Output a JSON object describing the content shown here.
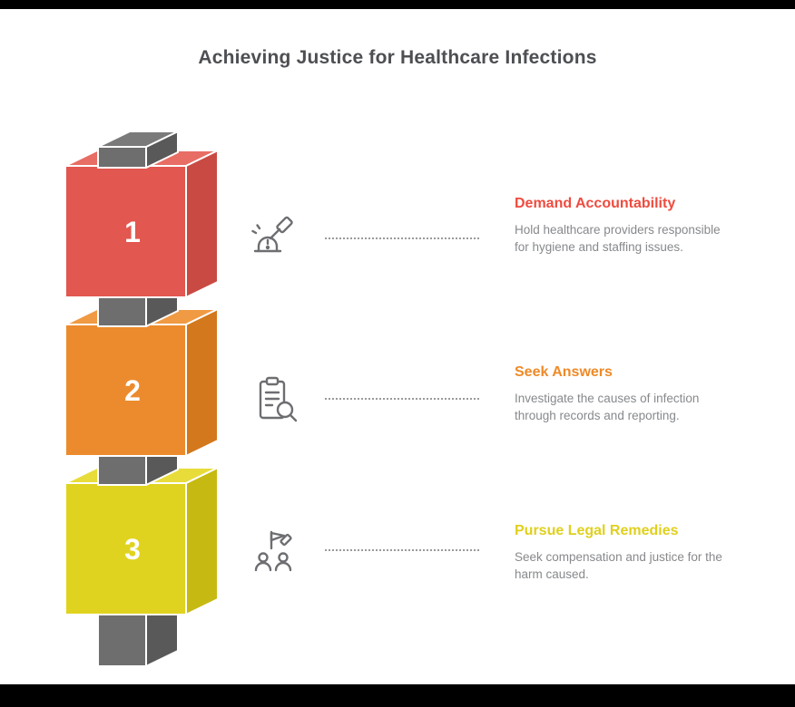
{
  "title": "Achieving Justice for Healthcare Infections",
  "colors": {
    "background": "#ffffff",
    "letterbox": "#000000",
    "title_text": "#4d4f53",
    "body_text": "#87898c",
    "dotted_line": "#9a9a9a",
    "icon_stroke": "#6d6e71",
    "number_text": "#ffffff",
    "pillar": {
      "front": "#6e6e6e",
      "side": "#595959",
      "top": "#7a7a7a"
    }
  },
  "steps": [
    {
      "number": "1",
      "heading": "Demand Accountability",
      "heading_color": "#ef4b3f",
      "body": "Hold healthcare providers responsible for hygiene and staffing issues.",
      "icon": "law-gavel-icon",
      "block": {
        "front": "#e2574f",
        "side": "#c94a43",
        "top": "#e86d64"
      }
    },
    {
      "number": "2",
      "heading": "Seek Answers",
      "heading_color": "#ee8a28",
      "body": "Investigate the causes of infection through records and reporting.",
      "icon": "clipboard-search-icon",
      "block": {
        "front": "#ec8b2d",
        "side": "#d3781c",
        "top": "#f09a43"
      }
    },
    {
      "number": "3",
      "heading": "Pursue Legal Remedies",
      "heading_color": "#e0d01d",
      "body": "Seek compensation and justice for the harm caused.",
      "icon": "people-justice-icon",
      "block": {
        "front": "#e0d31f",
        "side": "#c6ba12",
        "top": "#e7dc3a"
      }
    }
  ]
}
